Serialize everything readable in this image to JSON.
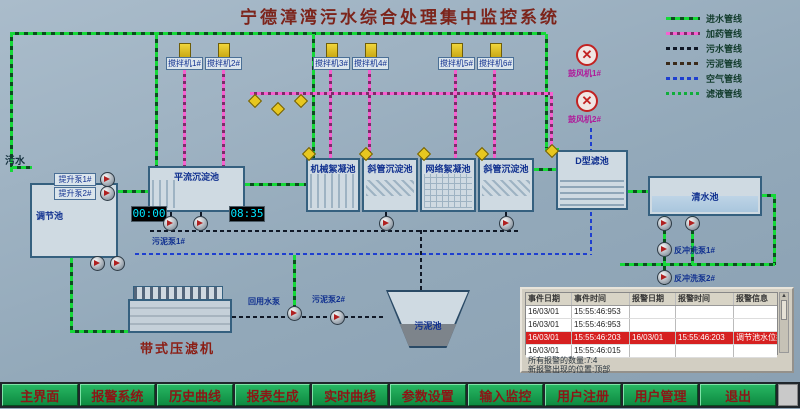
{
  "title": "宁德漳湾污水综合处理集中监控系统",
  "inlet": "污水",
  "legend": [
    {
      "label": "进水管线",
      "color": "#15d938"
    },
    {
      "label": "加药管线",
      "color": "#f561d0"
    },
    {
      "label": "污水管线",
      "color": "#101826"
    },
    {
      "label": "污泥管线",
      "color": "#3a2a1a"
    },
    {
      "label": "空气管线",
      "color": "#1e3fd0"
    },
    {
      "label": "滤液管线",
      "color": "#0fae3a"
    }
  ],
  "tanks": {
    "regulating": "调节池",
    "horizontal_sed": "平流沉淀池",
    "mech_floc": "机械絮凝池",
    "inclined_sed1": "斜管沉淀池",
    "grid_floc": "网络絮凝池",
    "inclined_sed2": "斜管沉淀池",
    "d_filter": "D型滤池",
    "clear_water": "清水池",
    "sludge": "污泥池",
    "belt_press": "带式压滤机"
  },
  "devices": {
    "lift_pump1": "提升泵1#",
    "lift_pump2": "提升泵2#",
    "mixers": [
      "搅拌机1#",
      "搅拌机2#",
      "搅拌机3#",
      "搅拌机4#",
      "搅拌机5#",
      "搅拌机6#"
    ],
    "blower1": "鼓风机1#",
    "blower2": "鼓风机2#",
    "backwash_pump1": "反冲洗泵1#",
    "backwash_pump2": "反冲洗泵2#",
    "sludge_pump1": "污泥泵1#",
    "sludge_pump2": "污泥泵2#",
    "reuse_pump": "回用水泵"
  },
  "timers": {
    "timer1": "00:00",
    "timer2": "08:35"
  },
  "alarm_panel": {
    "headers": [
      "事件日期",
      "事件时间",
      "报警日期",
      "报警时间",
      "报警信息"
    ],
    "rows": [
      {
        "date": "16/03/01",
        "time": "15:55:46:953",
        "adate": "",
        "atime": "",
        "msg": "",
        "alarm": false
      },
      {
        "date": "16/03/01",
        "time": "15:55:46:953",
        "adate": "",
        "atime": "",
        "msg": "",
        "alarm": false
      },
      {
        "date": "16/03/01",
        "time": "15:55:46:203",
        "adate": "16/03/01",
        "atime": "15:55:46:203",
        "msg": "调节池水位报警",
        "alarm": true
      },
      {
        "date": "16/03/01",
        "time": "15:55:46:015",
        "adate": "",
        "atime": "",
        "msg": "",
        "alarm": false
      }
    ],
    "footer1": "所有报警的数量:7:4",
    "footer2": "新报警出现的位置:顶部"
  },
  "menu": [
    "主界面",
    "报警系统",
    "历史曲线",
    "报表生成",
    "实时曲线",
    "参数设置",
    "输入监控",
    "用户注册",
    "用户管理",
    "退出"
  ]
}
